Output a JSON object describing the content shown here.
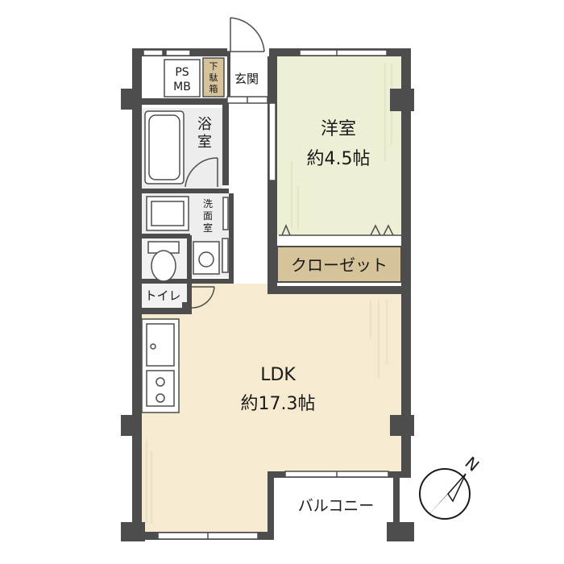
{
  "rooms": {
    "western_room": {
      "name": "洋室",
      "area": "約4.5帖"
    },
    "ldk": {
      "name": "LDK",
      "area": "約17.3帖"
    },
    "closet": "クローゼット",
    "bath": [
      "浴",
      "室"
    ],
    "washroom": [
      "洗",
      "面",
      "室"
    ],
    "toilet": "トイレ",
    "entrance": "玄関",
    "shoe_box": [
      "下",
      "駄",
      "箱"
    ],
    "ps": "PS",
    "mb": "MB",
    "balcony": "バルコニー"
  },
  "compass": {
    "label": "N",
    "icon": "north-arrow-icon"
  },
  "colors": {
    "wall": "#4d4d4d",
    "western_room_floor": "#eef0d6",
    "ldk_floor": "#f6ead0",
    "closet": "#d6c39a",
    "wet_area": "#e6e6e6"
  }
}
